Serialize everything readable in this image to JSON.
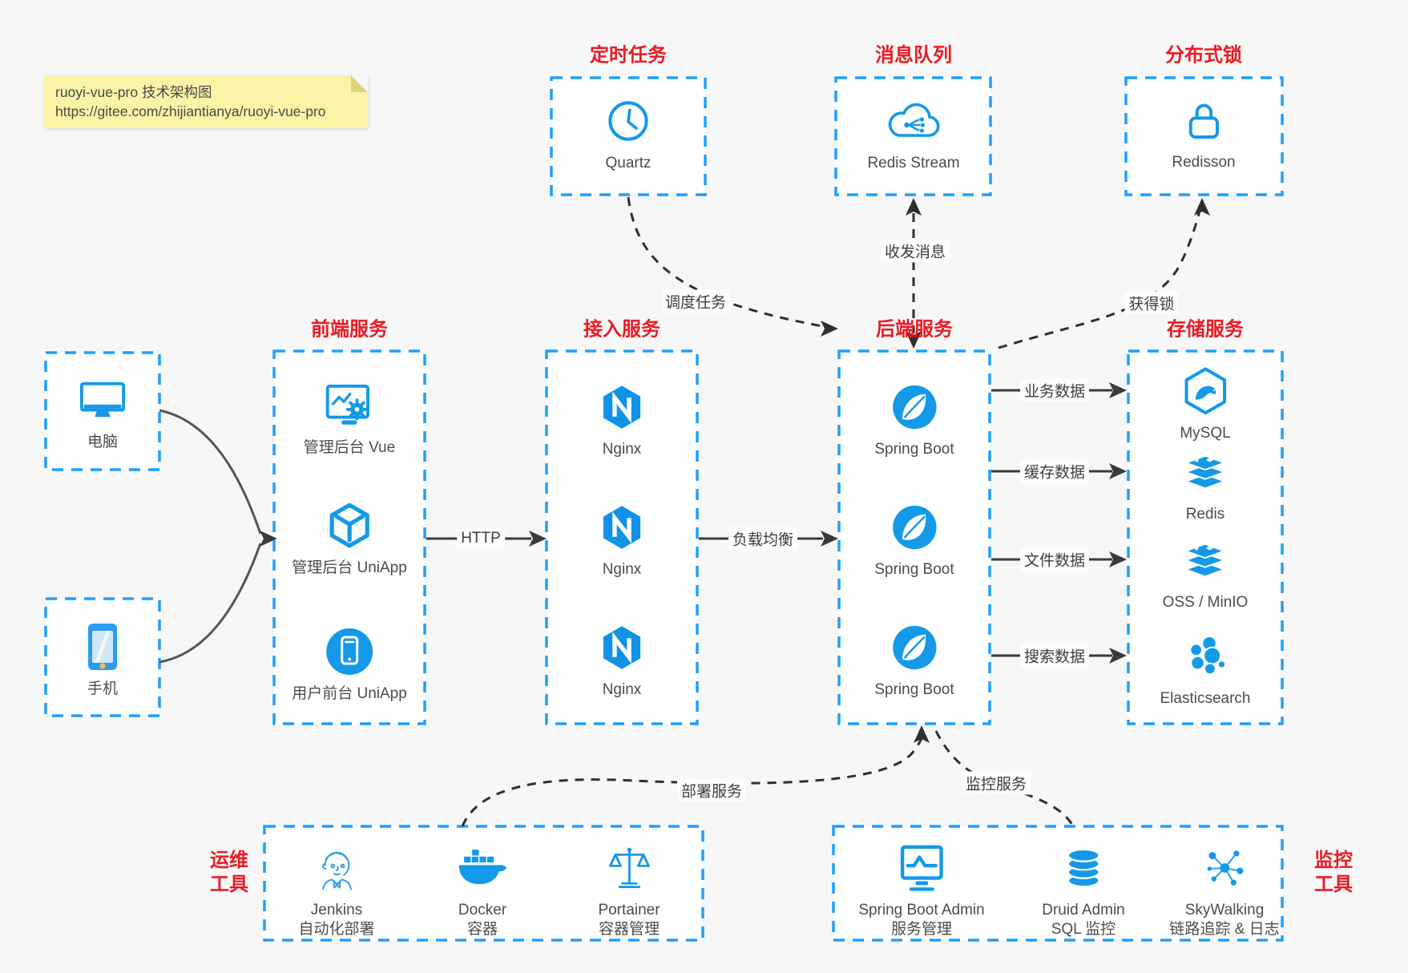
{
  "note": {
    "line1": "ruoyi-vue-pro 技术架构图",
    "line2": "https://gitee.com/zhijiantianya/ruoyi-vue-pro"
  },
  "group_titles": {
    "scheduled_job": "定时任务",
    "message_queue": "消息队列",
    "distributed_lock": "分布式锁",
    "frontend": "前端服务",
    "gateway": "接入服务",
    "backend": "后端服务",
    "storage": "存储服务",
    "ops_line1": "运维",
    "ops_line2": "工具",
    "monitor_line1": "监控",
    "monitor_line2": "工具"
  },
  "nodes": {
    "quartz": {
      "label": "Quartz",
      "icon": "clock-icon"
    },
    "redis_stream": {
      "label": "Redis Stream",
      "icon": "cloud-message-icon"
    },
    "redisson": {
      "label": "Redisson",
      "icon": "lock-icon"
    },
    "pc": {
      "label": "电脑",
      "icon": "desktop-icon"
    },
    "mobile": {
      "label": "手机",
      "icon": "smartphone-icon"
    },
    "admin_vue": {
      "label": "管理后台 Vue",
      "icon": "admin-dashboard-icon"
    },
    "admin_uniapp": {
      "label": "管理后台 UniApp",
      "icon": "uniapp-cube-icon"
    },
    "user_uniapp": {
      "label": "用户前台 UniApp",
      "icon": "mobile-app-circle-icon"
    },
    "nginx": {
      "label": "Nginx",
      "icon": "nginx-hexagon-icon"
    },
    "spring_boot": {
      "label": "Spring Boot",
      "icon": "spring-leaf-icon"
    },
    "mysql": {
      "label": "MySQL",
      "icon": "mysql-dolphin-icon"
    },
    "redis": {
      "label": "Redis",
      "icon": "redis-stack-icon"
    },
    "oss_minio": {
      "label": "OSS / MinIO",
      "icon": "redis-stack-icon"
    },
    "elasticsearch": {
      "label": "Elasticsearch",
      "icon": "elasticsearch-cluster-icon"
    },
    "jenkins": {
      "label": "Jenkins",
      "sublabel": "自动化部署",
      "icon": "jenkins-butler-icon"
    },
    "docker": {
      "label": "Docker",
      "sublabel": "容器",
      "icon": "docker-whale-icon"
    },
    "portainer": {
      "label": "Portainer",
      "sublabel": "容器管理",
      "icon": "scales-icon"
    },
    "spring_boot_admin": {
      "label": "Spring Boot Admin",
      "sublabel": "服务管理",
      "icon": "monitor-pulse-icon"
    },
    "druid_admin": {
      "label": "Druid Admin",
      "sublabel": "SQL 监控",
      "icon": "database-icon"
    },
    "skywalking": {
      "label": "SkyWalking",
      "sublabel": "链路追踪 & 日志",
      "icon": "network-nodes-icon"
    }
  },
  "edges": {
    "schedule_task": "调度任务",
    "send_receive_messages": "收发消息",
    "acquire_lock": "获得锁",
    "http": "HTTP",
    "load_balance": "负载均衡",
    "business_data": "业务数据",
    "cache_data": "缓存数据",
    "file_data": "文件数据",
    "search_data": "搜索数据",
    "deploy_service": "部署服务",
    "monitor_service": "监控服务"
  },
  "colors": {
    "box_border_blue": "#1E9FFF",
    "icon_blue": "#1499E8",
    "title_red": "#EA1B23",
    "note_yellow": "#FBF3A6",
    "background": "#F7F7F8",
    "arrow_dark": "#3A3A3A"
  }
}
